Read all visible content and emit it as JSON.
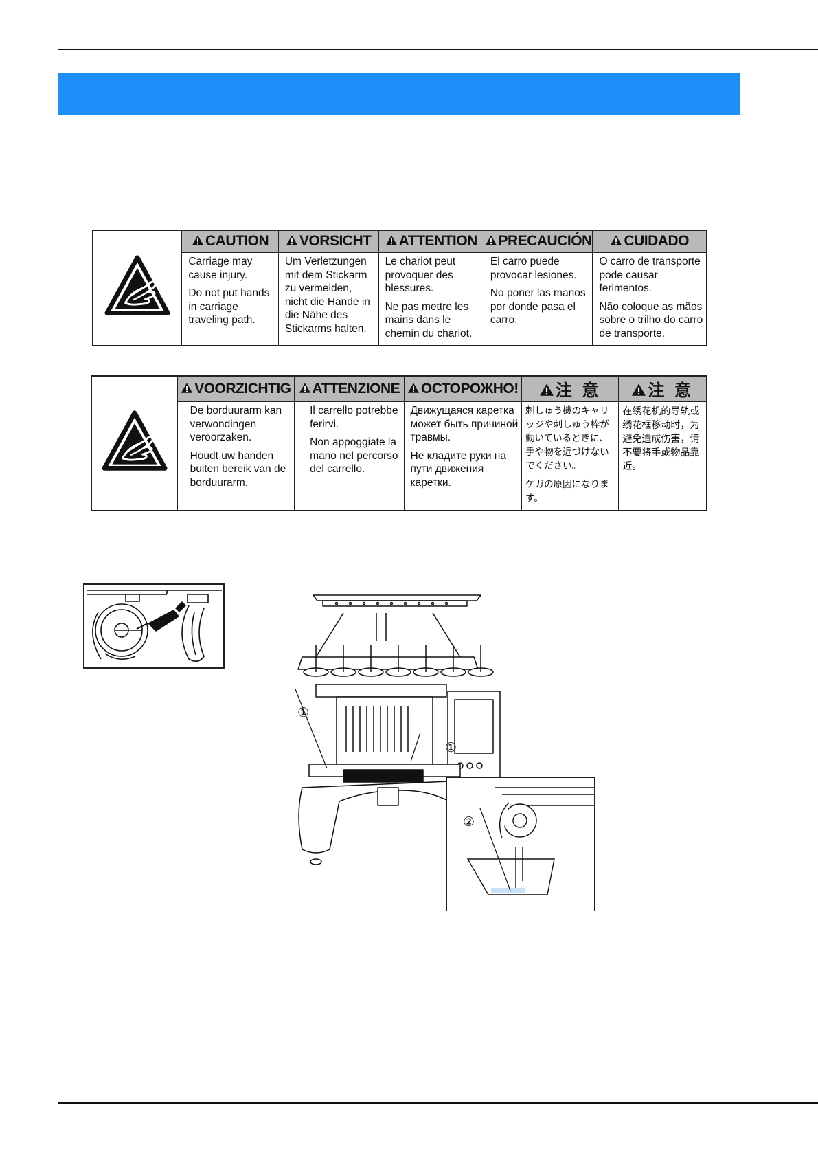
{
  "page": {
    "colors": {
      "banner": "#1e8ff8",
      "label_header": "#b9b9b9",
      "rule": "#111111"
    }
  },
  "warning_labels": [
    {
      "symbol": "hand-crush-warning-icon",
      "columns": [
        {
          "heading": "CAUTION",
          "paragraphs": [
            "Carriage may cause injury.",
            "Do not put hands in carriage traveling path."
          ]
        },
        {
          "heading": "VORSICHT",
          "paragraphs": [
            "Um Verletzungen mit dem Stickarm zu vermeiden, nicht die Hände in die Nähe des Stickarms halten."
          ]
        },
        {
          "heading": "ATTENTION",
          "paragraphs": [
            "Le chariot peut provoquer des blessures.",
            "Ne pas mettre les mains dans le chemin du chariot."
          ]
        },
        {
          "heading": "PRECAUCIÓN",
          "paragraphs": [
            "El carro puede provocar lesiones.",
            "No poner las manos por donde pasa el carro."
          ]
        },
        {
          "heading": "CUIDADO",
          "paragraphs": [
            "O carro de transporte pode causar ferimentos.",
            "Não coloque as mãos sobre o trilho do carro de transporte."
          ]
        }
      ]
    },
    {
      "symbol": "hand-crush-warning-icon",
      "columns": [
        {
          "heading": "VOORZICHTIG",
          "paragraphs": [
            "De borduurarm kan verwondingen veroorzaken.",
            "Houdt uw handen buiten bereik van de borduurarm."
          ]
        },
        {
          "heading": "ATTENZIONE",
          "paragraphs": [
            "Il carrello potrebbe ferirvi.",
            "Non appoggiate la mano nel percorso del carrello."
          ]
        },
        {
          "heading": "ОСТОРОЖНО!",
          "paragraphs": [
            "Движущаяся каретка может быть причиной травмы.",
            "Не кладите руки на пути движения каретки."
          ]
        },
        {
          "heading": "注 意",
          "paragraphs": [
            "刺しゅう機のキャリッジや刺しゅう枠が動いているときに、手や物を近づけないでください。",
            "ケガの原因になります。"
          ]
        },
        {
          "heading": "注 意",
          "paragraphs": [
            "在绣花机的导轨或绣花框移动时，为避免造成伤害，请不要将手或物品靠近。"
          ]
        }
      ]
    }
  ],
  "figures": {
    "hook_oiling": {
      "icon": "oil-can-icon"
    },
    "machine": {
      "callout_1": "①",
      "callout_2": "②"
    }
  }
}
